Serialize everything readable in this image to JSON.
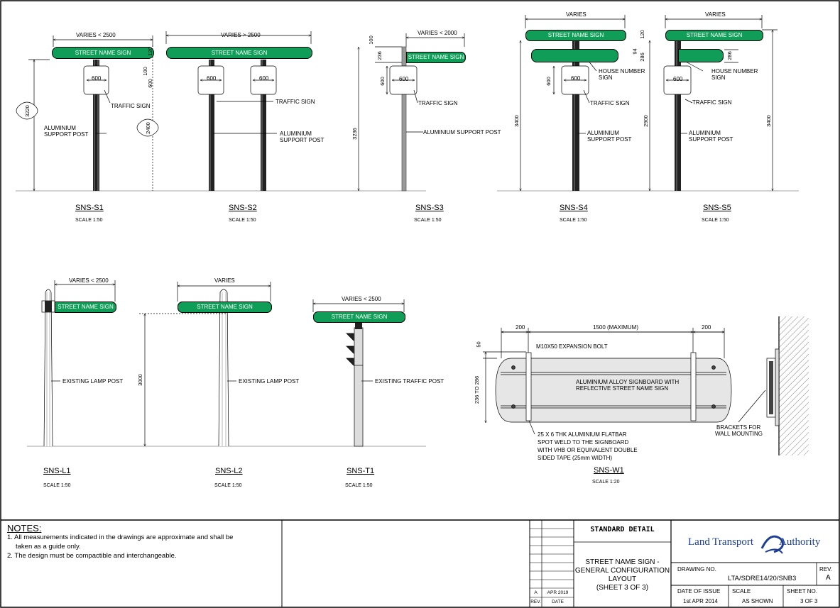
{
  "views": {
    "s1": {
      "code": "SNS-S1",
      "scale": "SCALE 1:50",
      "dim_top": "VARIES < 2500",
      "sign": "STREET NAME SIGN",
      "dim_120": "120",
      "dim_100": "100",
      "dim_600v": "600",
      "dim_600": "600",
      "traffic": "TRAFFIC SIGN",
      "support_1": "ALUMINIUM",
      "support_2": "SUPPORT POST",
      "dim_total": "3220",
      "dim_2400": "2400"
    },
    "s2": {
      "code": "SNS-S2",
      "scale": "SCALE 1:50",
      "dim_top": "VARIES > 2500",
      "sign": "STREET NAME SIGN",
      "dim_600a": "600",
      "dim_600b": "600",
      "traffic": "TRAFFIC SIGN",
      "support_1": "ALUMINIUM",
      "support_2": "SUPPORT POST"
    },
    "s3": {
      "code": "SNS-S3",
      "scale": "SCALE 1:50",
      "dim_top": "VARIES < 2000",
      "sign": "STREET NAME SIGN",
      "dim_100": "100",
      "dim_236": "236",
      "dim_600v": "600",
      "dim_600": "600",
      "traffic": "TRAFFIC SIGN",
      "support": "ALUMINIUM SUPPORT POST",
      "dim_total": "3236"
    },
    "s4": {
      "code": "SNS-S4",
      "scale": "SCALE 1:50",
      "dim_top": "VARIES",
      "sign": "STREET NAME SIGN",
      "house_1": "HOUSE NUMBER",
      "house_2": "SIGN",
      "dim_600v": "600",
      "dim_600": "600",
      "traffic": "TRAFFIC SIGN",
      "support_1": "ALUMINIUM",
      "support_2": "SUPPORT POST",
      "dim_total": "3400"
    },
    "s5": {
      "code": "SNS-S5",
      "scale": "SCALE 1:50",
      "dim_top": "VARIES",
      "sign": "STREET NAME SIGN",
      "dim_120": "120",
      "dim_94": "94",
      "dim_286": "286",
      "dim_286b": "286",
      "house_1": "HOUSE NUMBER",
      "house_2": "SIGN",
      "dim_600": "600",
      "traffic": "TRAFFIC SIGN",
      "support_1": "ALUMINIUM",
      "support_2": "SUPPORT POST",
      "dim_2900": "2900",
      "dim_3400": "3400"
    },
    "l1": {
      "code": "SNS-L1",
      "scale": "SCALE 1:50",
      "dim_top": "VARIES < 2500",
      "sign": "STREET NAME SIGN",
      "lamp": "EXISTING LAMP POST"
    },
    "l2": {
      "code": "SNS-L2",
      "scale": "SCALE 1:50",
      "dim_top": "VARIES",
      "sign": "STREET NAME SIGN",
      "lamp": "EXISTING LAMP POST",
      "dim_3000": "3000"
    },
    "t1": {
      "code": "SNS-T1",
      "scale": "SCALE 1:50",
      "dim_top": "VARIES < 2500",
      "sign": "STREET NAME SIGN",
      "traffic_post": "EXISTING TRAFFIC POST"
    },
    "w1": {
      "code": "SNS-W1",
      "scale": "SCALE 1:20",
      "dim_200a": "200",
      "dim_1500": "1500 (MAXIMUM)",
      "dim_200b": "200",
      "dim_50": "50",
      "dim_range": "236 TO 286",
      "bolt": "M10X50 EXPANSION BOLT",
      "board_1": "ALUMINIUM ALLOY SIGNBOARD WITH",
      "board_2": "REFLECTIVE STREET NAME SIGN",
      "flat_1": "25 X 6 THK ALUMINIUM FLATBAR",
      "flat_2": "SPOT WELD TO THE SIGNBOARD",
      "flat_3": "WITH VHB OR EQUIVALENT DOUBLE",
      "flat_4": "SIDED TAPE (25mm WIDTH)",
      "bracket_1": "BRACKETS FOR",
      "bracket_2": "WALL MOUNTING"
    }
  },
  "notes": {
    "heading": "NOTES:",
    "item1_a": "1.  All measurements indicated in the drawings are approximate and shall be",
    "item1_b": "taken as a guide only.",
    "item2": "2.  The design must be compactible and interchangeable."
  },
  "revision": {
    "rev": "A",
    "date": "APR 2019",
    "rev_header": "REV.",
    "date_header": "DATE"
  },
  "title_block": {
    "standard": "STANDARD  DETAIL",
    "title_1": "STREET NAME SIGN -",
    "title_2": "GENERAL CONFIGURATION",
    "title_3": "LAYOUT",
    "title_4": "(SHEET 3 OF 3)",
    "logo_left": "Land Transport",
    "logo_right": "Authority",
    "drawing_no_label": "DRAWING NO.",
    "drawing_no": "LTA/SDRE14/20/SNB3",
    "rev_label": "REV.",
    "rev_value": "A",
    "date_label": "DATE OF ISSUE",
    "date_value": "1st APR 2014",
    "scale_label": "SCALE",
    "scale_value": "AS SHOWN",
    "sheet_label": "SHEET NO.",
    "sheet_value": "3 OF 3"
  },
  "colors": {
    "sign_green": "#0f9d58",
    "post_dark": "#222222",
    "board_grey": "#e6e6e6",
    "logo_blue": "#1d3f94"
  }
}
